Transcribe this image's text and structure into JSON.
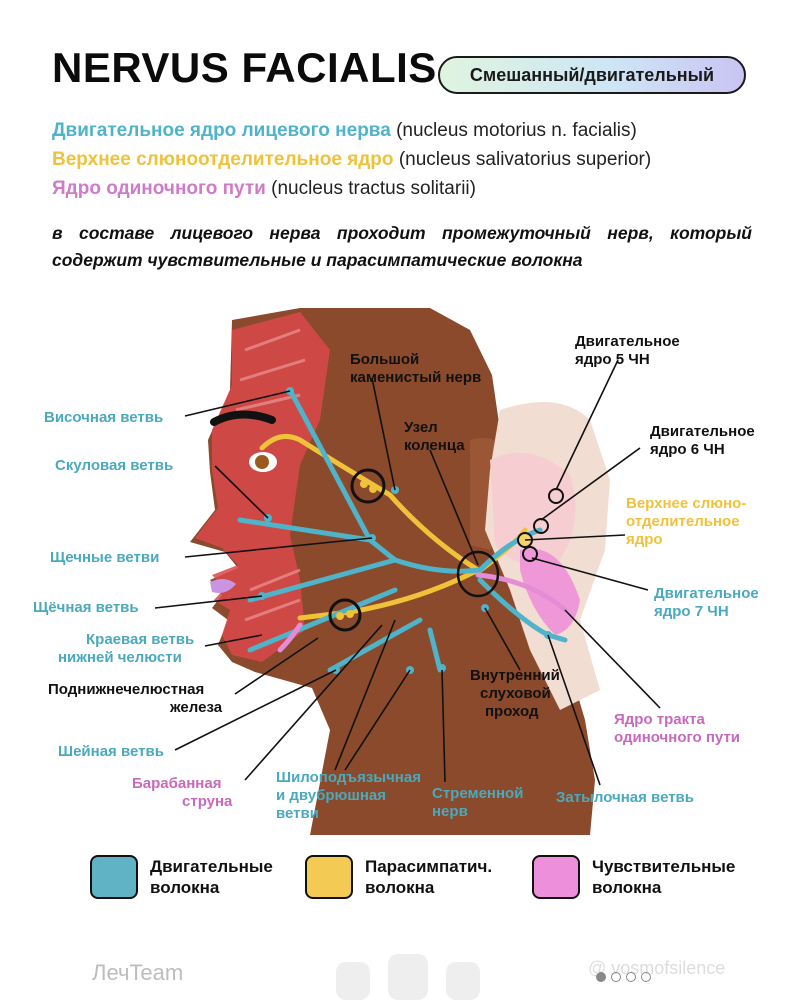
{
  "header": {
    "title": "NERVUS FACIALIS",
    "badge": "Смешанный/двигательный"
  },
  "nuclei": [
    {
      "name": "Двигательное ядро лицевого нерва",
      "latin": "(nucleus motorius n. facialis)",
      "color": "#4fb3c9"
    },
    {
      "name": "Верхнее слюноотделительное ядро",
      "latin": "(nucleus salivatorius superior)",
      "color": "#f0c23a"
    },
    {
      "name": "Ядро одиночного пути",
      "latin": "(nucleus tractus solitarii)",
      "color": "#d07bc8"
    }
  ],
  "note": "в составе лицевого нерва проходит промежуточный нерв, который содержит чувствительные и парасимпатические волокна",
  "labels": {
    "temporal": "Височная ветвь",
    "zygomatic": "Скуловая ветвь",
    "buccal_pl": "Щечные ветви",
    "buccal": "Щёчная ветвь",
    "mandibular_1": "Краевая ветвь",
    "mandibular_2": "нижней челюсти",
    "submandibular_1": "Поднижнечелюстная",
    "submandibular_2": "железа",
    "cervical": "Шейная ветвь",
    "chorda_1": "Барабанная",
    "chorda_2": "струна",
    "stylo_1": "Шилоподъязычная",
    "stylo_2": "и двубрюшная",
    "stylo_3": "ветви",
    "stapedius_1": "Стременной",
    "stapedius_2": "нерв",
    "occipital": "Затылочная ветвь",
    "petrosal_1": "Большой",
    "petrosal_2": "каменистый нерв",
    "geniculate_1": "Узел",
    "geniculate_2": "коленца",
    "iam_1": "Внутренний",
    "iam_2": "слуховой",
    "iam_3": "проход",
    "cn5_1": "Двигательное",
    "cn5_2": "ядро 5 ЧН",
    "cn6_1": "Двигательное",
    "cn6_2": "ядро 6 ЧН",
    "sal_1": "Верхнее слюно-",
    "sal_2": "отделительное",
    "sal_3": "ядро",
    "cn7_1": "Двигательное",
    "cn7_2": "ядро 7 ЧН",
    "sol_1": "Ядро тракта",
    "sol_2": "одиночного пути"
  },
  "legend": [
    {
      "label": "Двигательные\nволокна",
      "color": "#5fb3c4"
    },
    {
      "label": "Парасимпатич.\nволокна",
      "color": "#f3cb54"
    },
    {
      "label": "Чувствительные\nволокна",
      "color": "#ee8fdc"
    }
  ],
  "footer": {
    "brand": "ЛечTeam",
    "watermark": "@ vosmofsilence"
  },
  "colors": {
    "motor": "#4fb3c9",
    "parasympathetic": "#f0c23a",
    "sensory": "#d07bc8",
    "skin": "#8a4a2b"
  }
}
